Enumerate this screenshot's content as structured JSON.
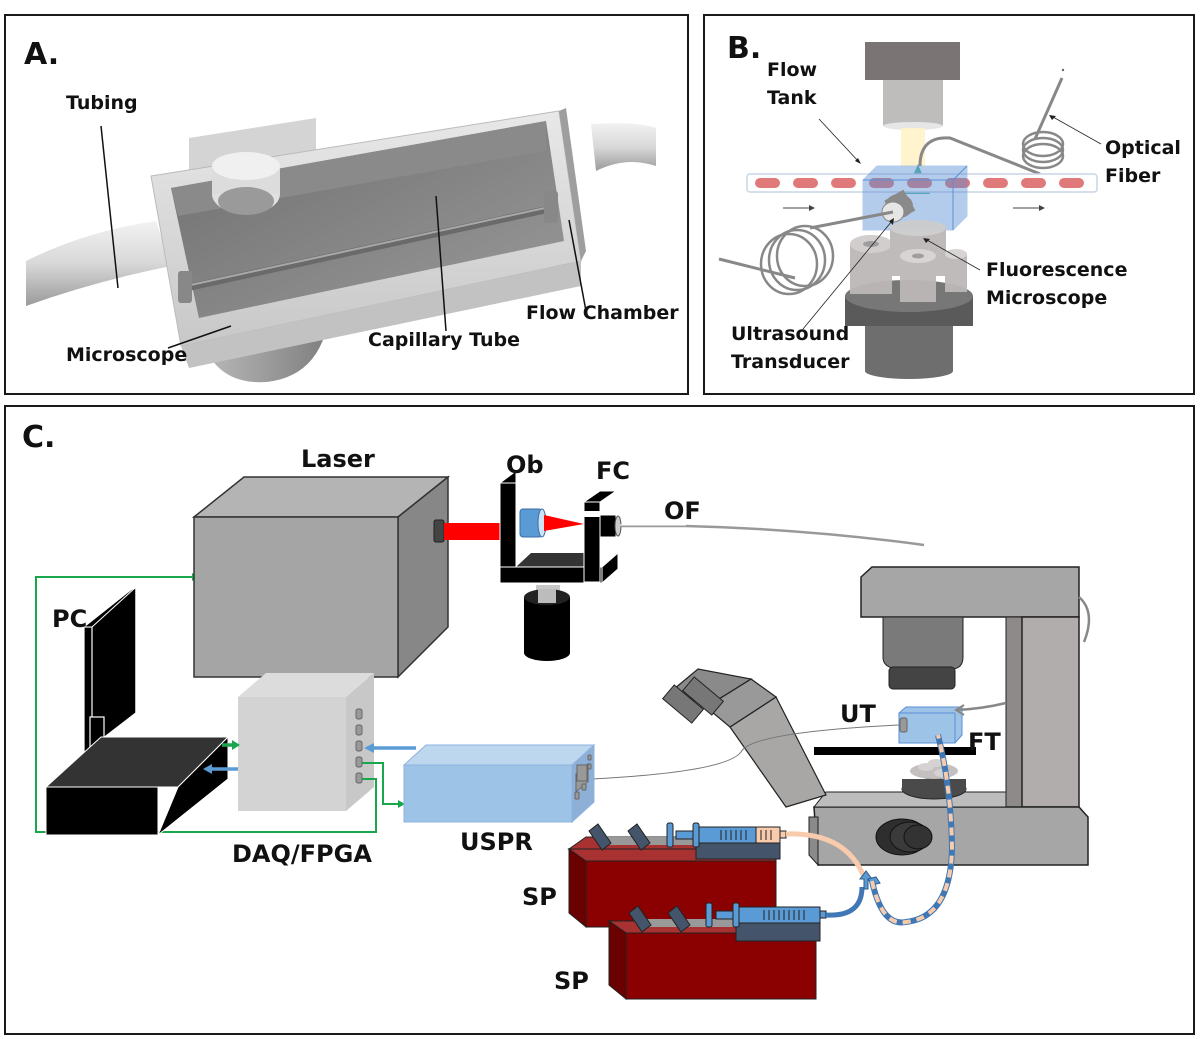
{
  "figure": {
    "panels": [
      {
        "id": "A",
        "label": "A.",
        "labels": {
          "tubing": "Tubing",
          "microscope": "Microscope",
          "capillary_tube": "Capillary Tube",
          "flow_chamber": "Flow Chamber"
        }
      },
      {
        "id": "B",
        "label": "B.",
        "labels": {
          "flow_tank_1": "Flow",
          "flow_tank_2": "Tank",
          "optical_fiber_1": "Optical",
          "optical_fiber_2": "Fiber",
          "fluorescence_microscope_1": "Fluorescence",
          "fluorescence_microscope_2": "Microscope",
          "ultrasound_transducer_1": "Ultrasound",
          "ultrasound_transducer_2": "Transducer"
        }
      },
      {
        "id": "C",
        "label": "C.",
        "labels": {
          "laser": "Laser",
          "ob": "Ob",
          "fc": "FC",
          "of": "OF",
          "pc": "PC",
          "daq_fpga": "DAQ/FPGA",
          "uspr": "USPR",
          "ut": "UT",
          "ft": "FT",
          "sp_1": "SP",
          "sp_2": "SP"
        }
      }
    ],
    "colors": {
      "laser_beam": "#ff0000",
      "signal_green": "#1aa64a",
      "signal_blue": "#5b9bd5",
      "uspr_blue": "#9dc3e6",
      "syringe_pump_red": "#8b0000",
      "syringe_blue": "#5b9bd5",
      "tubing_peach": "#f8cbad"
    }
  }
}
